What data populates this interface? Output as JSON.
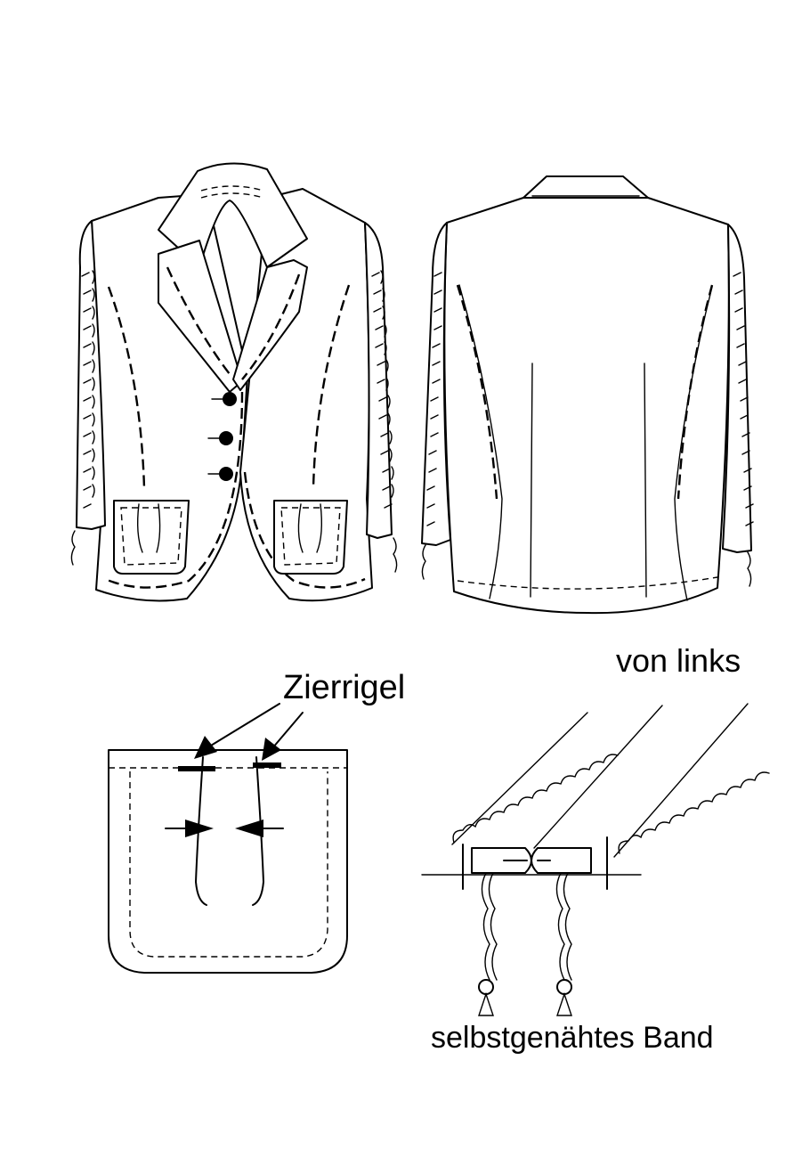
{
  "labels": {
    "zierrigel": "Zierrigel",
    "von_links": "von links",
    "band": "selbstgenähtes Band"
  },
  "colors": {
    "line": "#000000",
    "background": "#ffffff"
  }
}
